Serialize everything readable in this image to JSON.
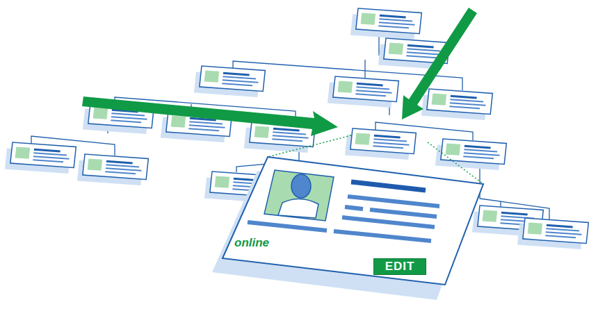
{
  "diagram": {
    "nodes": [
      {
        "text": [
          "online"
        ]
      },
      {
        "text": [
          "EDIT"
        ],
        "in": 0
      }
    ]
  }
}
